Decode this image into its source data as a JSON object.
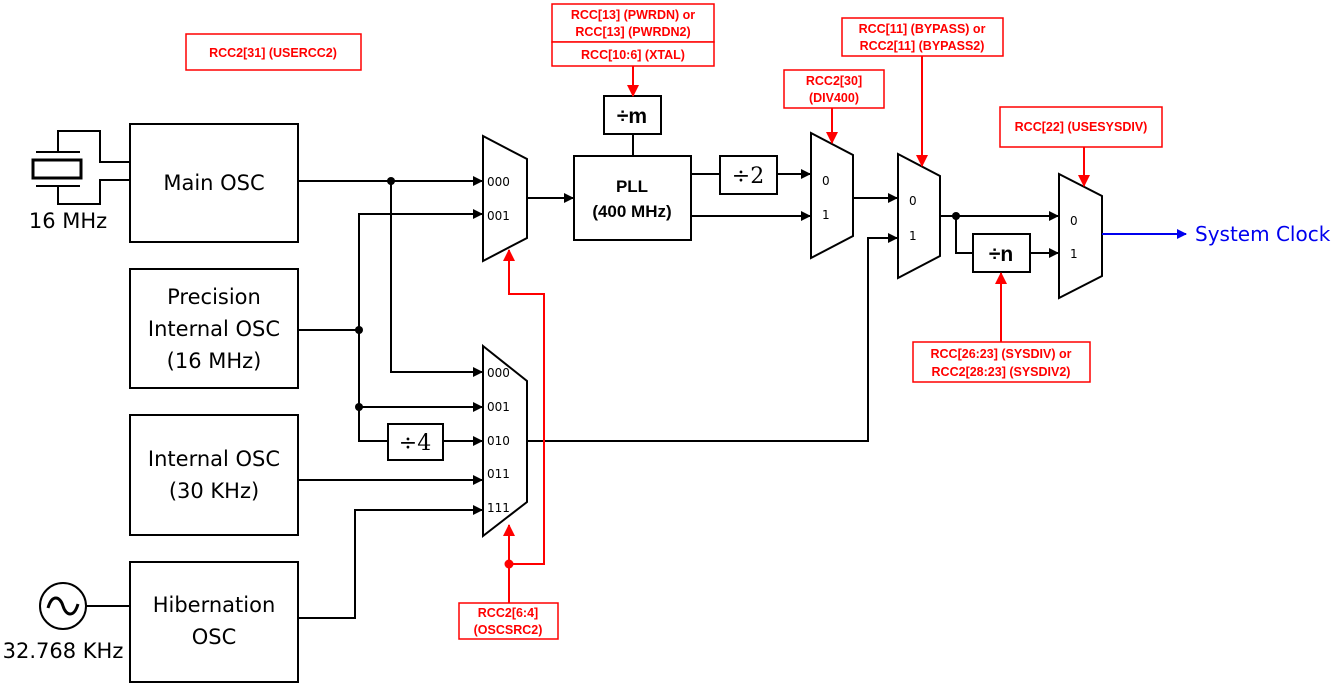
{
  "title": "System Clock Tree",
  "sources": {
    "crystal_freq": "16 MHz",
    "hib_freq": "32.768 KHz"
  },
  "blocks": {
    "main_osc": "Main OSC",
    "piosc": [
      "Precision",
      "Internal OSC",
      "(16 MHz)"
    ],
    "internal_osc": [
      "Internal OSC",
      "(30 KHz)"
    ],
    "hib_osc": [
      "Hibernation",
      "OSC"
    ],
    "pll": [
      "PLL",
      "(400 MHz)"
    ]
  },
  "dividers": {
    "div4": "÷4",
    "div2": "÷2",
    "divm": "÷m",
    "divn": "÷n"
  },
  "mux_ports": {
    "pll_mux": [
      "000",
      "001"
    ],
    "osc_mux": [
      "000",
      "001",
      "010",
      "011",
      "111"
    ],
    "div400_mux": [
      "0",
      "1"
    ],
    "bypass_mux": [
      "0",
      "1"
    ],
    "sysdiv_mux": [
      "0",
      "1"
    ]
  },
  "control_labels": {
    "usercc2": "RCC2[31] (USERCC2)",
    "pwrdn": [
      "RCC[13] (PWRDN) or",
      "RCC[13] (PWRDN2)"
    ],
    "xtal": "RCC[10:6] (XTAL)",
    "div400": [
      "RCC2[30]",
      "(DIV400)"
    ],
    "bypass": [
      "RCC[11] (BYPASS) or",
      "RCC2[11] (BYPASS2)"
    ],
    "usesysdiv": "RCC[22] (USESYSDIV)",
    "sysdiv": [
      "RCC[26:23] (SYSDIV) or",
      "RCC2[28:23] (SYSDIV2)"
    ],
    "oscsrc2": [
      "RCC2[6:4]",
      "(OSCSRC2)"
    ]
  },
  "output": {
    "label": "System Clock"
  },
  "colors": {
    "control": "#ff0000",
    "output": "#0000ee",
    "wire": "#000000"
  }
}
